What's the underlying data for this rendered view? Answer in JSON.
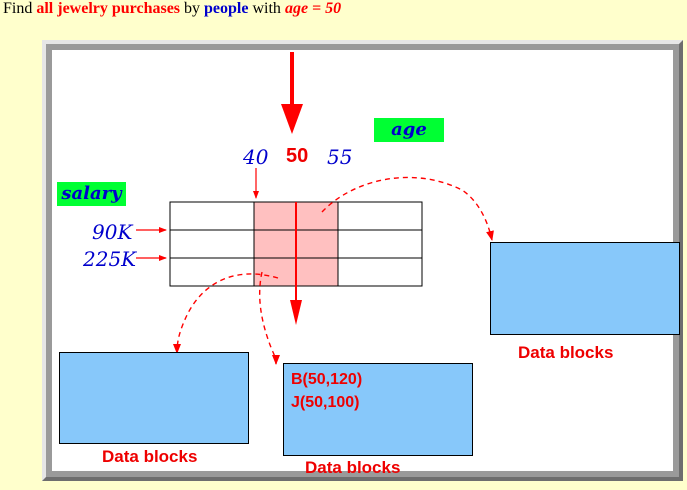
{
  "heading": {
    "prefix": "Find",
    "phrase": "all jewelry purchases",
    "by": "by",
    "people": "people",
    "with": "with",
    "condition": "age = 50"
  },
  "diagram": {
    "age_label": "age",
    "salary_label": "salary",
    "age_ticks": [
      "40",
      "50",
      "55"
    ],
    "salary_ticks": [
      "90K",
      "225K"
    ],
    "blocks": [
      {
        "label": "Data blocks",
        "records": []
      },
      {
        "label": "Data blocks",
        "records": [
          "B(50,120)",
          "J(50,100)"
        ]
      },
      {
        "label": "Data blocks",
        "records": []
      }
    ]
  },
  "colors": {
    "background": "#ffffcc",
    "tag_green": "#00ff33",
    "block_blue": "#87c8fa",
    "highlight_pink": "#ffc0c0",
    "accent_red": "#ff0000",
    "label_blue": "#0000cc"
  }
}
